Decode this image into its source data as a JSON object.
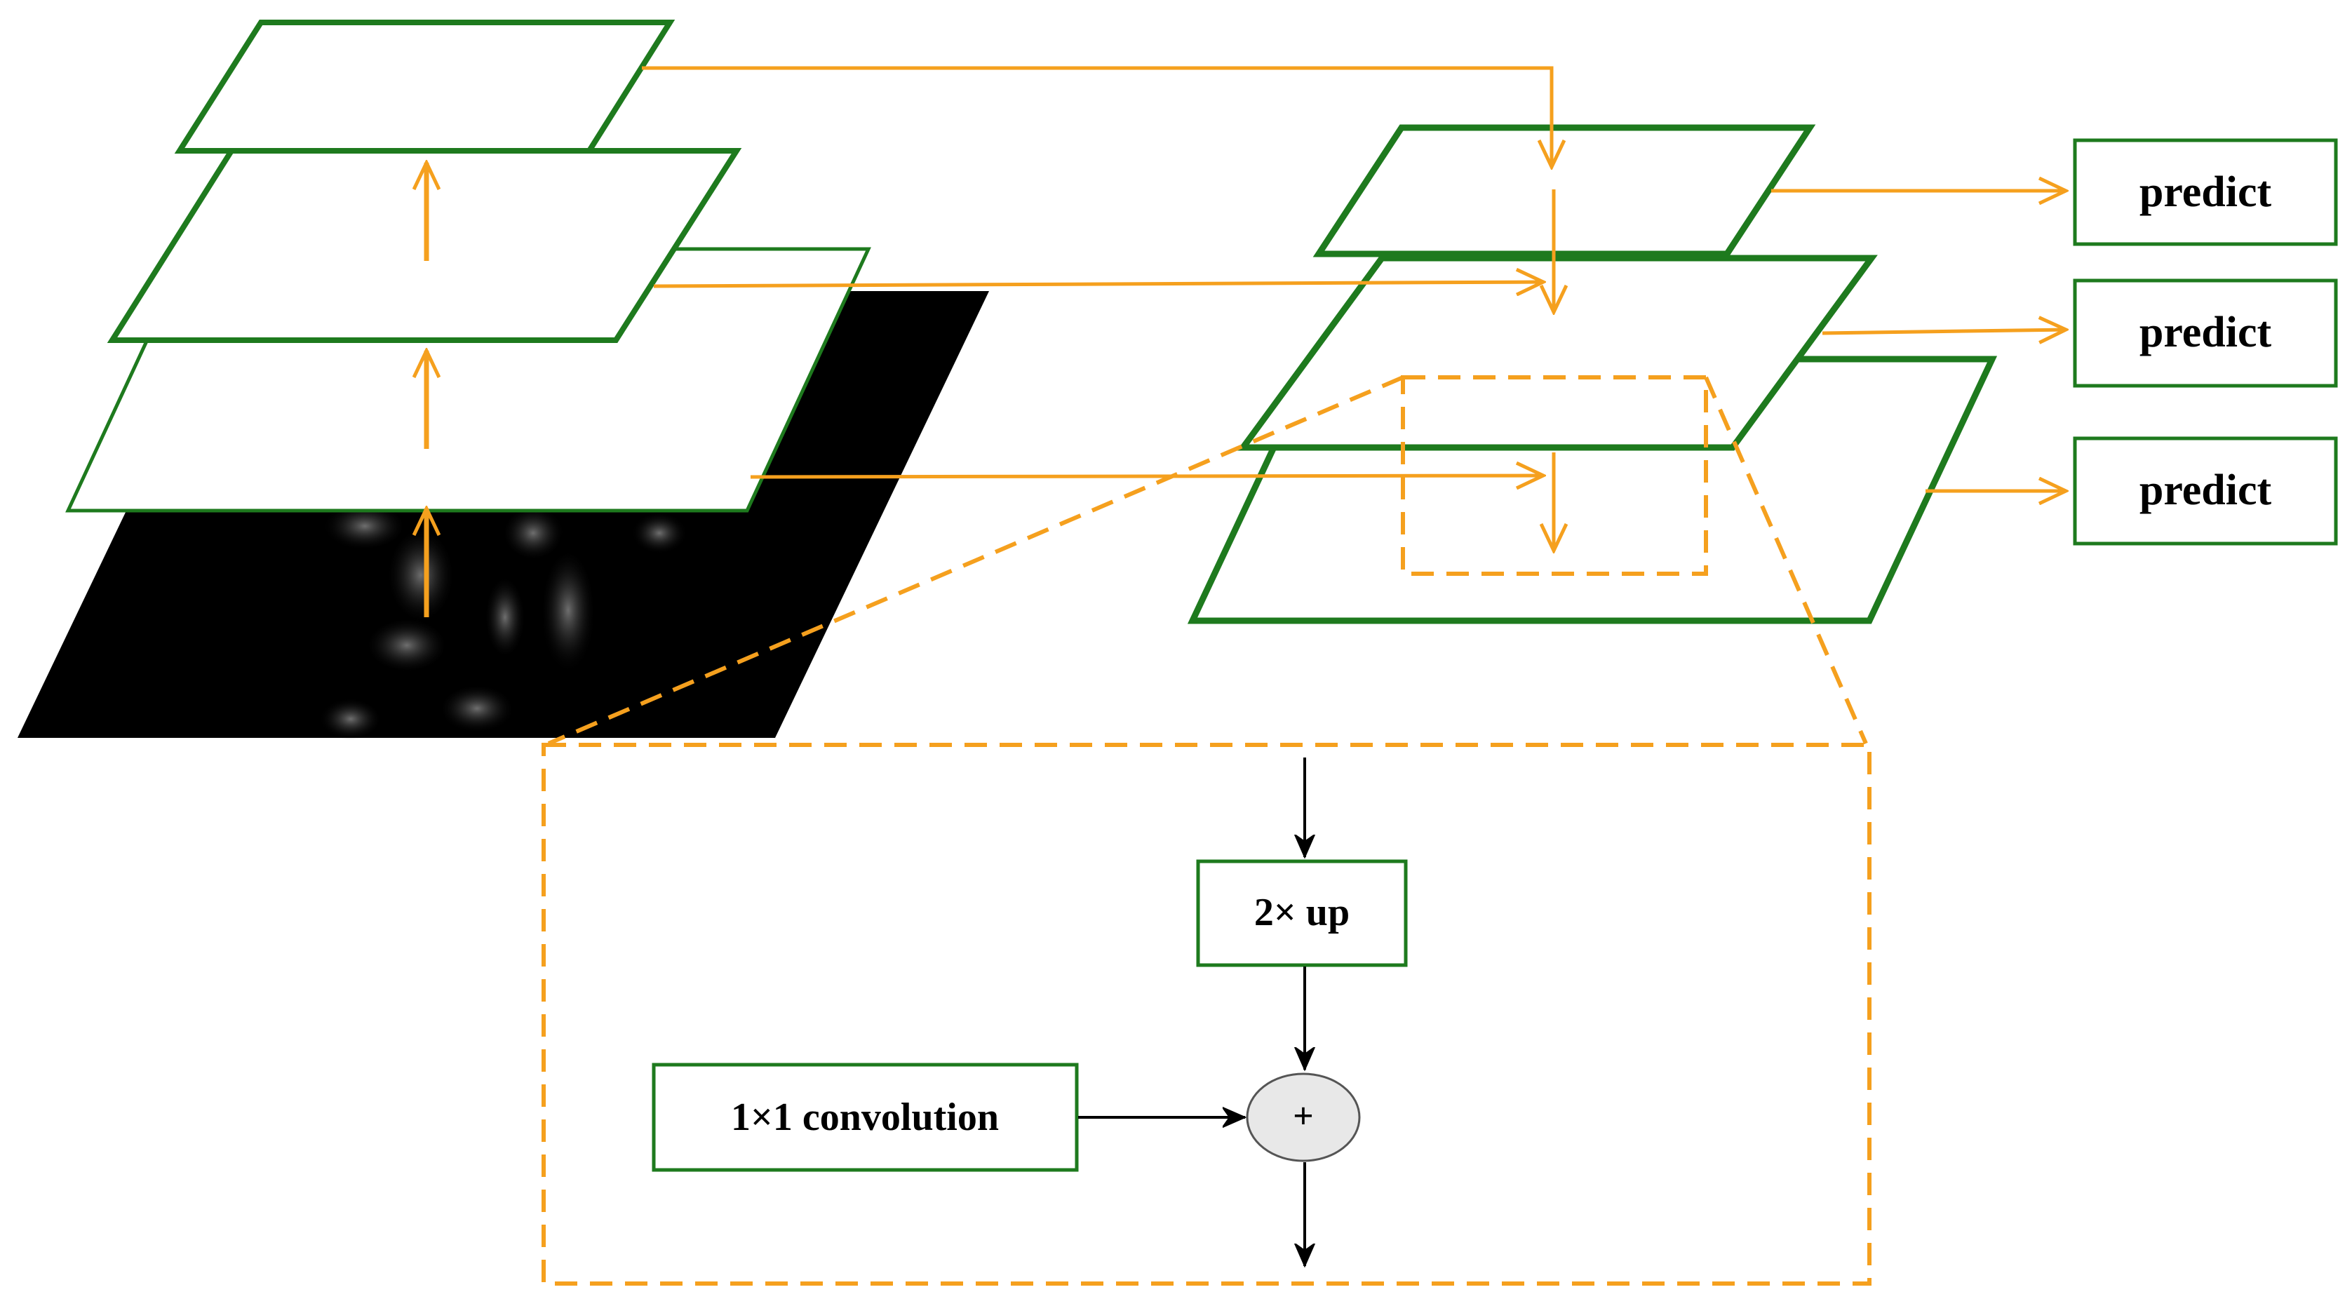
{
  "colors": {
    "green": "#1e7a1e",
    "orange": "#f5a01e",
    "black": "#000000",
    "node_fill": "#e8e8e8",
    "input_image_bg": "#000000"
  },
  "images": {
    "input_image": "grayscale microscopy image with faint cells (input to backbone)"
  },
  "predict_boxes": [
    {
      "label": "predict"
    },
    {
      "label": "predict"
    },
    {
      "label": "predict"
    }
  ],
  "detail": {
    "upsample_label": "2× up",
    "conv_label": "1×1 convolution",
    "add_symbol": "+"
  },
  "icons": {
    "arrow": "arrow-icon",
    "add": "plus-icon"
  }
}
